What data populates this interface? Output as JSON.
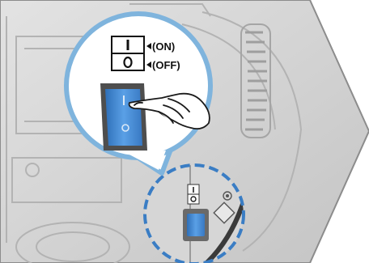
{
  "switch_legend": {
    "on_symbol": "I",
    "off_symbol": "O",
    "on_label": "(ON)",
    "off_label": "(OFF)"
  },
  "colors": {
    "switch_blue": "#3f86d4",
    "callout_ring": "#7fb4dd",
    "dashed_ring": "#3a7dc4",
    "body_gray": "#cfcfcf"
  },
  "icons": [
    "power-switch-icon",
    "hand-icon",
    "chevron-arrow-icon",
    "screw-icon"
  ]
}
